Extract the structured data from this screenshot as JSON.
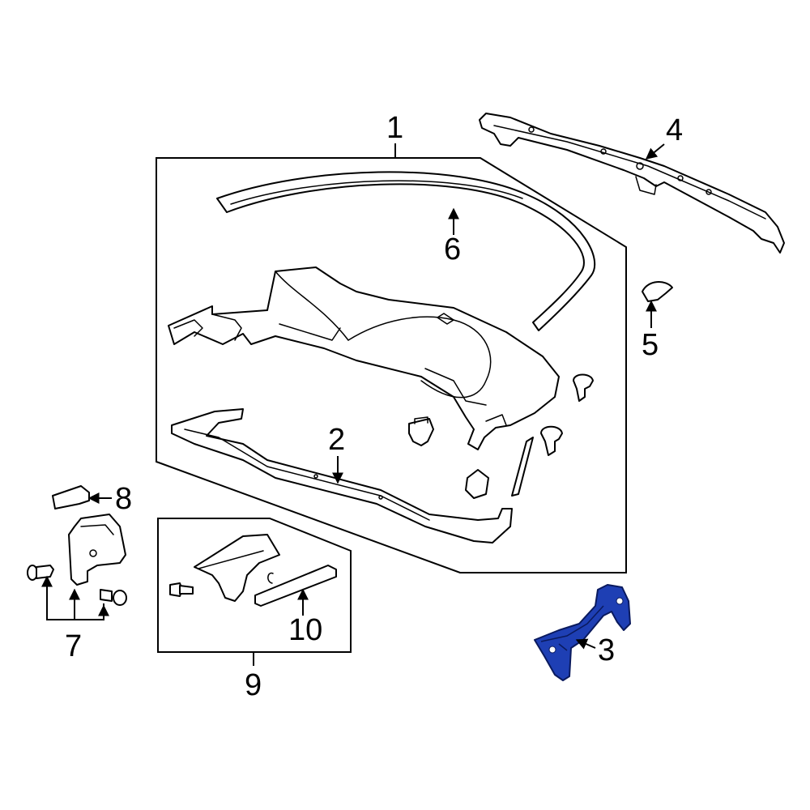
{
  "callouts": {
    "c1": "1",
    "c2": "2",
    "c3": "3",
    "c4": "4",
    "c5": "5",
    "c6": "6",
    "c7": "7",
    "c8": "8",
    "c9": "9",
    "c10": "10"
  },
  "colors": {
    "highlight_part": "#1e3fb4",
    "line": "#000000",
    "background": "#ffffff"
  },
  "highlighted_callout": "3"
}
